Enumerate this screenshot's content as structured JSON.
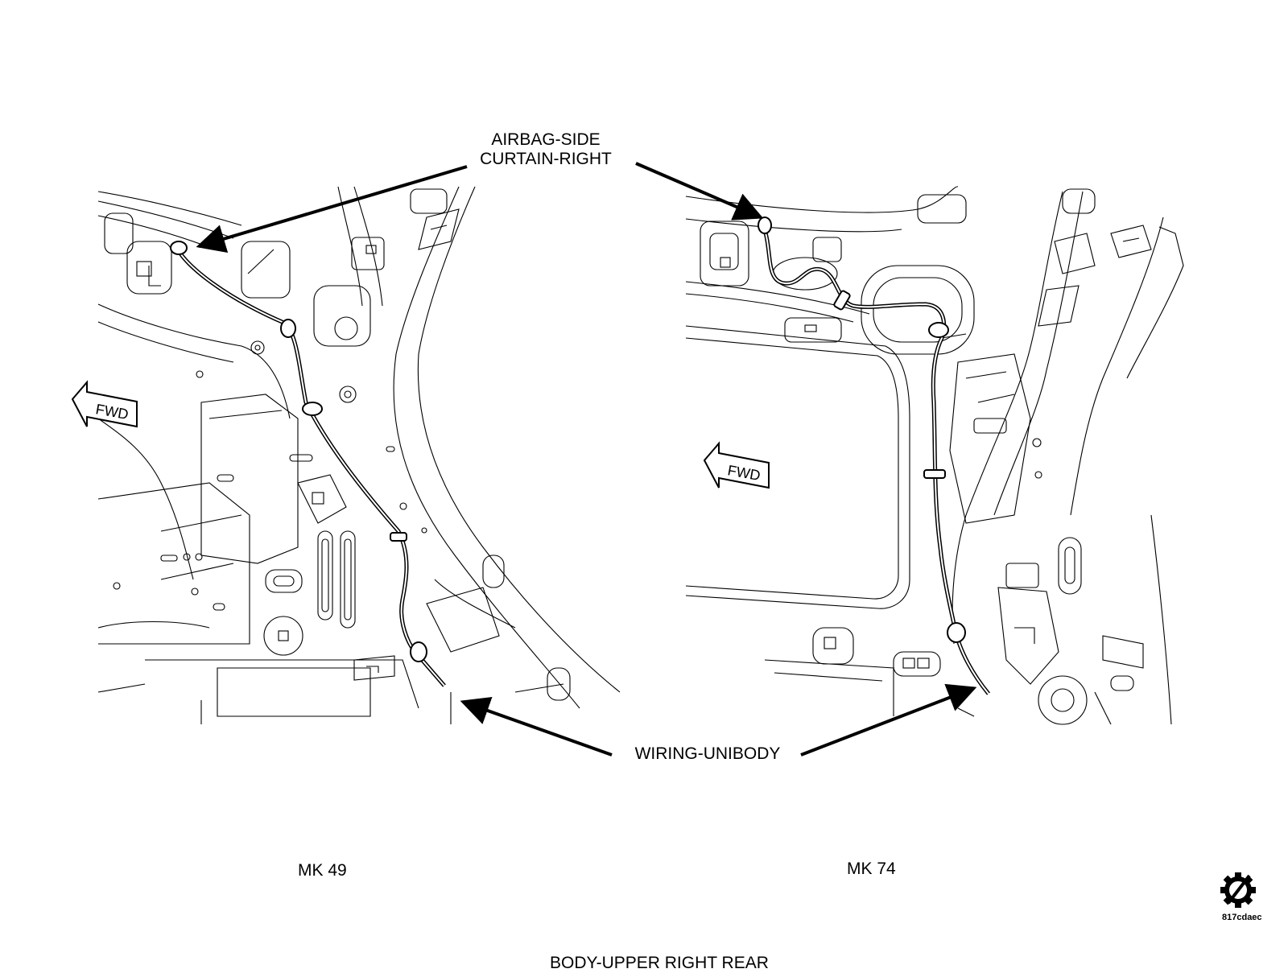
{
  "callouts": {
    "airbag_line1": "AIRBAG-SIDE",
    "airbag_line2": "CURTAIN-RIGHT",
    "wiring": "WIRING-UNIBODY"
  },
  "views": {
    "left_caption": "MK 49",
    "right_caption": "MK 74",
    "fwd_label": "FWD"
  },
  "figure_title": "BODY-UPPER RIGHT REAR",
  "figure_code": "817cdaec",
  "colors": {
    "line": "#000000",
    "background": "#ffffff"
  },
  "icons": {
    "logo": "gear-slash-icon"
  }
}
